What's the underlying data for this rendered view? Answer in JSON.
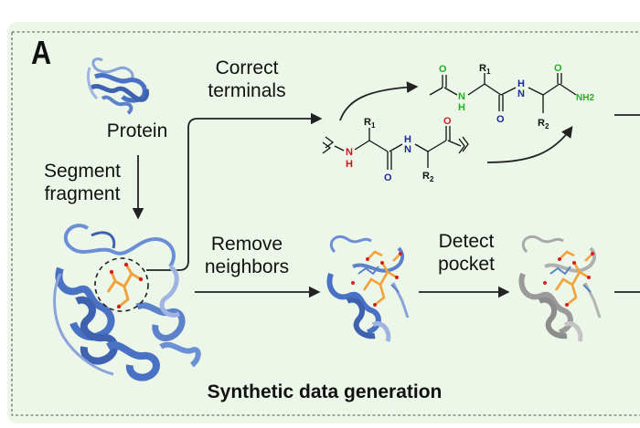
{
  "panel": {
    "letter": "A",
    "footer": "Synthetic data generation",
    "background_color": "#edf7e9",
    "border_color": "#555555"
  },
  "labels": {
    "protein": "Protein",
    "segment_fragment": "Segment\nfragment",
    "correct_terminals": "Correct\nterminals",
    "remove_neighbors": "Remove\nneighbors",
    "detect_pocket": "Detect\npocket"
  },
  "chem": {
    "r1": "R",
    "r1_sub": "1",
    "r2": "R",
    "r2_sub": "2",
    "n": "N",
    "h": "H",
    "o": "O",
    "nh2": "NH2"
  },
  "colors": {
    "protein_blue": "#4a72c4",
    "protein_light": "#9fb4e0",
    "protein_gray": "#9a9a9a",
    "ligand_orange": "#f2a23a",
    "oxygen_red": "#d42020",
    "nitrogen_blue": "#1a2a9a",
    "cap_green": "#22b022",
    "nitrogen_red": "#d01010"
  },
  "icons": {
    "protein_small": "protein-structure-icon",
    "protein_large": "protein-ligand-complex",
    "pocket": "pocket-structure",
    "pocket_gray": "pocket-structure-gray"
  }
}
